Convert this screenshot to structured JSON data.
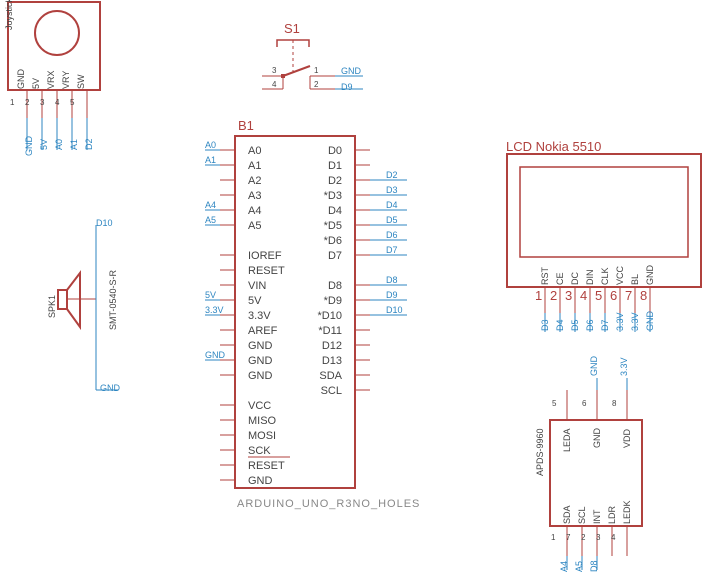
{
  "colors": {
    "part": "#b0413e",
    "net": "#2e86c1",
    "text": "#444444"
  },
  "joystick": {
    "name": "Joystick",
    "pins": [
      "GND",
      "5V",
      "VRX",
      "VRY",
      "SW"
    ],
    "numbers": [
      "1",
      "2",
      "3",
      "4",
      "5"
    ],
    "nets": [
      "GND",
      "5V",
      "A0",
      "A1",
      "D2"
    ]
  },
  "switch": {
    "ref": "S1",
    "pins": [
      "3",
      "4",
      "1",
      "2"
    ],
    "nets": [
      "GND",
      "D9"
    ]
  },
  "arduino": {
    "ref": "B1",
    "value": "ARDUINO_UNO_R3NO_HOLES",
    "left_pins": [
      "A0",
      "A1",
      "A2",
      "A3",
      "A4",
      "A5",
      "IOREF",
      "RESET",
      "VIN",
      "5V",
      "3.3V",
      "AREF",
      "GND",
      "GND",
      "GND",
      "VCC",
      "MISO",
      "MOSI",
      "SCK",
      "RESET",
      "GND"
    ],
    "right_pins": [
      "D0",
      "D1",
      "D2",
      "*D3",
      "D4",
      "*D5",
      "*D6",
      "D7",
      "D8",
      "*D9",
      "*D10",
      "*D11",
      "D12",
      "D13",
      "SDA",
      "SCL"
    ],
    "left_nets": [
      "A0",
      "A1",
      "A4",
      "A5",
      "5V",
      "3.3V",
      "GND"
    ],
    "right_nets": [
      "D2",
      "D3",
      "D4",
      "D5",
      "D6",
      "D7",
      "D8",
      "D9",
      "D10"
    ]
  },
  "lcd": {
    "name": "LCD Nokia 5510",
    "pins": [
      "RST",
      "CE",
      "DC",
      "DIN",
      "CLK",
      "VCC",
      "BL",
      "GND"
    ],
    "numbers": [
      "1",
      "2",
      "3",
      "4",
      "5",
      "6",
      "7",
      "8"
    ],
    "nets": [
      "D3",
      "D4",
      "D5",
      "D6",
      "D7",
      "3.3V",
      "3.3V",
      "GND"
    ]
  },
  "speaker": {
    "ref": "SPK1",
    "value": "SMT-0540-S-R",
    "nets": [
      "D10",
      "GND"
    ]
  },
  "apds": {
    "name": "APDS-9960",
    "top_pins": [
      "LEDA",
      "GND",
      "VDD"
    ],
    "top_numbers": [
      "5",
      "6",
      "8"
    ],
    "top_nets": [
      "GND",
      "3.3V"
    ],
    "bottom_pins": [
      "SDA",
      "SCL",
      "INT",
      "LDR",
      "LEDK"
    ],
    "bottom_numbers": [
      "1",
      "7",
      "2",
      "3",
      "4"
    ],
    "bottom_nets": [
      "A4",
      "A5",
      "D8"
    ]
  }
}
